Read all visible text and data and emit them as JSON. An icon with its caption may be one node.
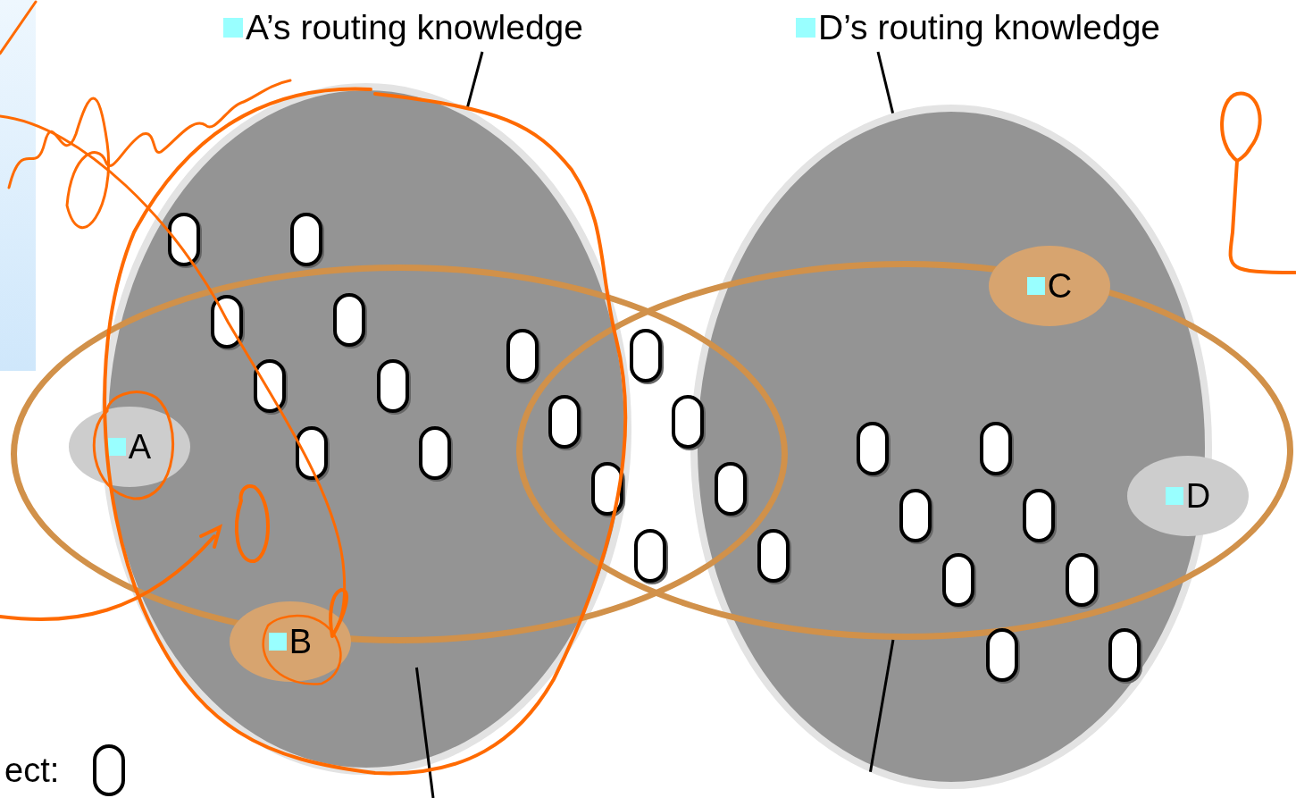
{
  "diagram": {
    "nodes": [
      {
        "text": [
          "A’s routing knowledge"
        ]
      },
      {
        "text": [
          "D’s routing knowledge"
        ]
      },
      {
        "text": [],
        "shape": "ellipse"
      },
      {
        "text": [],
        "shape": "ellipse"
      },
      {
        "text": [],
        "shape": "ring"
      },
      {
        "text": [],
        "shape": "ring"
      },
      {
        "text": [
          "C"
        ],
        "in": 3
      },
      {
        "text": [
          "A"
        ],
        "in": 4
      },
      {
        "text": [
          "D"
        ],
        "in": 5
      },
      {
        "text": [
          "B"
        ],
        "in": 2
      },
      {
        "text": [],
        "shape": "pill",
        "in": 2
      },
      {
        "text": [],
        "shape": "pill",
        "in": 2
      },
      {
        "text": [],
        "shape": "pill"
      },
      {
        "text": [],
        "shape": "pill"
      },
      {
        "text": [],
        "shape": "pill"
      },
      {
        "text": [],
        "shape": "pill"
      },
      {
        "text": [],
        "shape": "pill"
      },
      {
        "text": [],
        "shape": "pill"
      },
      {
        "text": [],
        "shape": "pill"
      },
      {
        "text": [],
        "shape": "pill"
      },
      {
        "text": [],
        "shape": "pill"
      },
      {
        "text": [],
        "shape": "pill"
      },
      {
        "text": [],
        "shape": "pill"
      },
      {
        "text": [],
        "shape": "pill"
      },
      {
        "text": [],
        "shape": "pill"
      },
      {
        "text": [],
        "shape": "pill"
      },
      {
        "text": [],
        "shape": "pill"
      },
      {
        "text": [],
        "shape": "pill"
      },
      {
        "text": [],
        "shape": "pill"
      },
      {
        "text": [],
        "shape": "pill"
      },
      {
        "text": [],
        "shape": "pill"
      },
      {
        "text": [],
        "shape": "pill"
      },
      {
        "text": [],
        "shape": "pill",
        "in": 3
      },
      {
        "text": [],
        "shape": "pill",
        "in": 3
      }
    ],
    "edges": [
      {
        "from": 0,
        "to": 2,
        "arrow": "none"
      },
      {
        "from": 1,
        "to": 3,
        "arrow": "none"
      },
      {
        "from": null,
        "to": 2,
        "arrow": "none"
      },
      {
        "from": 3,
        "to": 5,
        "arrow": "none"
      }
    ],
    "legend": [
      {
        "text": "ect:"
      }
    ]
  }
}
